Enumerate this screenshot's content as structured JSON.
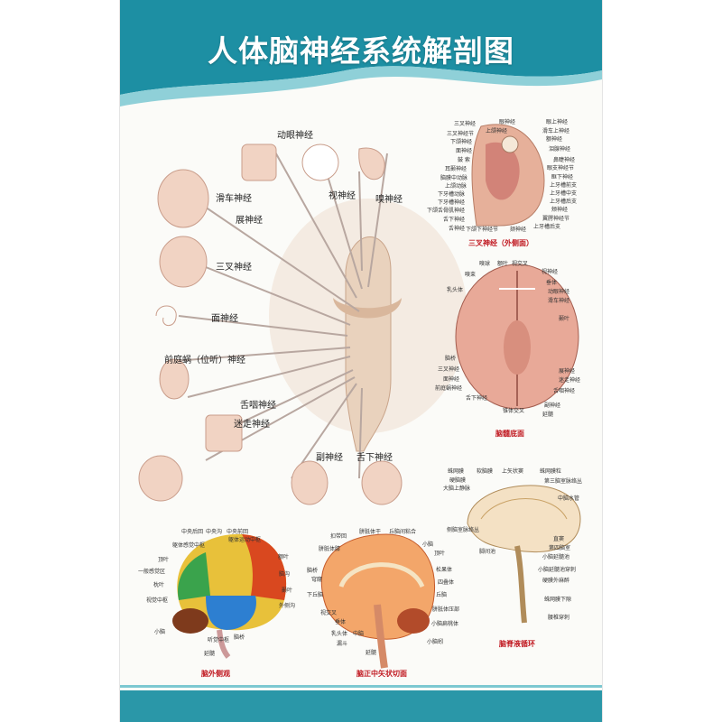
{
  "title": "人体脑神经系统解剖图",
  "colors": {
    "header": "#1d8fa3",
    "caption": "#c0171f",
    "brain": "#e8c7b0"
  },
  "main_labels": {
    "dongyan": "动眼神经",
    "huache": "滑车神经",
    "shi": "视神经",
    "xiu": "嗅神经",
    "zhan": "展神经",
    "sancha": "三叉神经",
    "mian": "面神经",
    "qianting": "前庭蜗（位听）神经",
    "sheyan": "舌咽神经",
    "mizou": "迷走神经",
    "fu": "副神经",
    "shexia": "舌下神经"
  },
  "trigeminal": {
    "caption": "三叉神经（外侧面）",
    "left": [
      "三叉神经",
      "三叉神经节",
      "下颌神经",
      "面神经",
      "鼓 索",
      "耳颞神经",
      "脑膜中动脉",
      "上颌动脉",
      "下牙槽动脉",
      "下牙槽神经",
      "下颌舌骨肌神经",
      "舌下神经",
      "舌神经"
    ],
    "right": [
      "眼上神经",
      "滑车上神经",
      "额神经",
      "泪腺神经",
      "鼻睫神经",
      "眼支神经节",
      "眶下神经",
      "上牙槽前支",
      "上牙槽中支",
      "上牙槽后支",
      "颊神经",
      "翼腭神经节",
      "上牙槽后支"
    ],
    "top": [
      "眼神经",
      "上颌神经"
    ],
    "bottom": [
      "下颌下神经节",
      "颏神经"
    ]
  },
  "base": {
    "caption": "脑髓底面",
    "top": [
      "嗅球",
      "额叶",
      "视交叉"
    ],
    "left": [
      "嗅束",
      "乳头体",
      "脑桥",
      "三叉神经",
      "面神经",
      "前庭蜗神经",
      "舌下神经"
    ],
    "right": [
      "视神经",
      "垂体",
      "动眼神经",
      "滑车神经",
      "颞叶",
      "展神经",
      "迷走神经",
      "舌咽神经",
      "副神经",
      "延髓"
    ],
    "bottom": [
      "锥体交叉"
    ]
  },
  "csf": {
    "caption": "脑脊液循环",
    "labels": [
      "蛛网膜",
      "软脑膜",
      "上矢状窦",
      "蛛网膜粒",
      "硬脑膜",
      "大脑上静脉",
      "第三脑室脉络丛",
      "中脑水管",
      "侧脑室脉络丛",
      "脚间池",
      "直窦",
      "第四脑室",
      "小脑延髓池",
      "小脑延髓池穿刺",
      "硬膜外麻醉",
      "蛛网膜下隙",
      "腰椎穿刺"
    ]
  },
  "lateral": {
    "caption": "脑外侧观",
    "labels": [
      "中央后回",
      "中央沟",
      "中央前回",
      "躯体感觉中枢",
      "躯体运动中枢",
      "顶叶",
      "一般感觉区",
      "枕叶",
      "视觉中枢",
      "小脑",
      "延髓",
      "脑桥",
      "听觉中枢",
      "额叶",
      "颞叶",
      "外侧沟",
      "脑沟"
    ]
  },
  "sagittal": {
    "caption": "脑正中矢状切面",
    "labels": [
      "扣带回",
      "胼胝体干",
      "丘脑间粘合",
      "胼胝体膝",
      "脑桥",
      "穹窿",
      "下丘脑",
      "视交叉",
      "垂体",
      "乳头体",
      "漏斗",
      "小脑",
      "小脑扁桃体",
      "延髓",
      "顶叶",
      "松果体",
      "四叠体",
      "丘脑",
      "胼胝体压部",
      "小脑蚓",
      "中脑"
    ]
  }
}
